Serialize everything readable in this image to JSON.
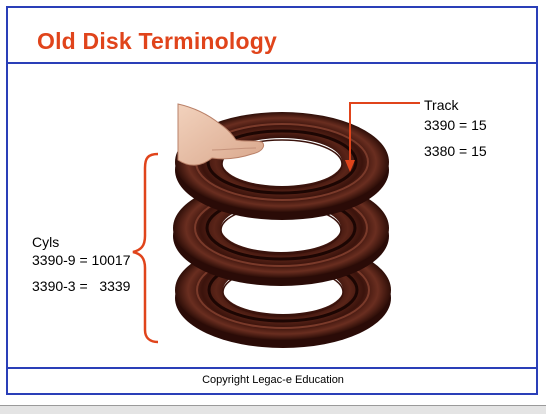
{
  "slide": {
    "title": "Old Disk Terminology",
    "footer": "Copyright Legac-e Education"
  },
  "track": {
    "label": "Track",
    "line1": "3390 = 15",
    "line2": "3380 = 15"
  },
  "cyls": {
    "label": "Cyls",
    "line1": "3390-9 = 10017",
    "line2": "3390-3 =   3339"
  },
  "colors": {
    "title": "#e0441b",
    "frame": "#2a3fb8",
    "annotation": "#e0441b",
    "platter": "#4a1a12"
  },
  "image": {
    "subject": "stack of three disk platters with hand",
    "platter_count": 3
  }
}
